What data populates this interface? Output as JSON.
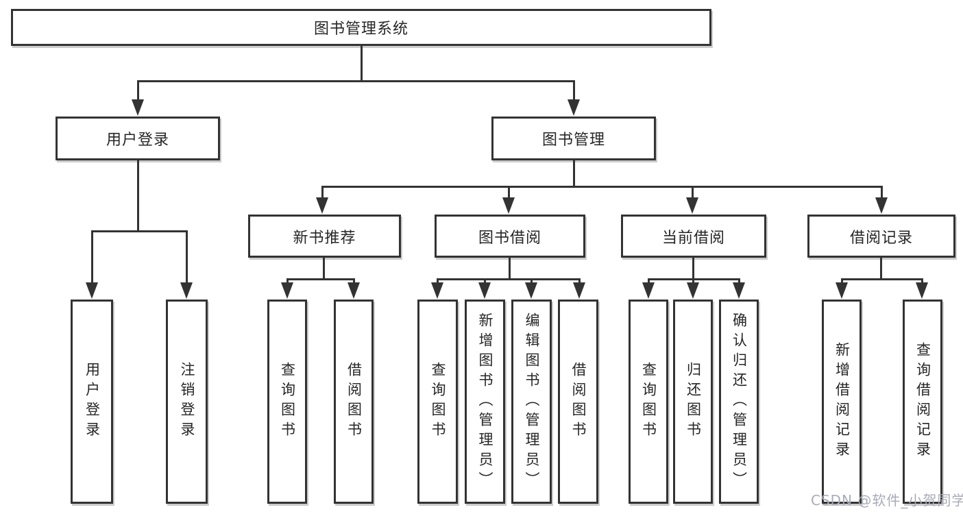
{
  "diagram": {
    "root": {
      "label": "图书管理系统"
    },
    "level2": [
      {
        "label": "用户登录"
      },
      {
        "label": "图书管理"
      }
    ],
    "level3": [
      {
        "label": "新书推荐"
      },
      {
        "label": "图书借阅"
      },
      {
        "label": "当前借阅"
      },
      {
        "label": "借阅记录"
      }
    ],
    "leaves": {
      "user": [
        "用户登录",
        "注销登录"
      ],
      "recommend": [
        "查询图书",
        "借阅图书"
      ],
      "borrow": [
        "查询图书",
        "新增图书（管理员）",
        "编辑图书（管理员）",
        "借阅图书"
      ],
      "current": [
        "查询图书",
        "归还图书",
        "确认归还（管理员）"
      ],
      "records": [
        "新增借阅记录",
        "查询借阅记录"
      ]
    },
    "watermark": "CSDN @软件_小贺同学",
    "colors": {
      "line": "#333333",
      "text": "#262626",
      "background": "#ffffff",
      "watermark": "#a9abb8"
    }
  }
}
